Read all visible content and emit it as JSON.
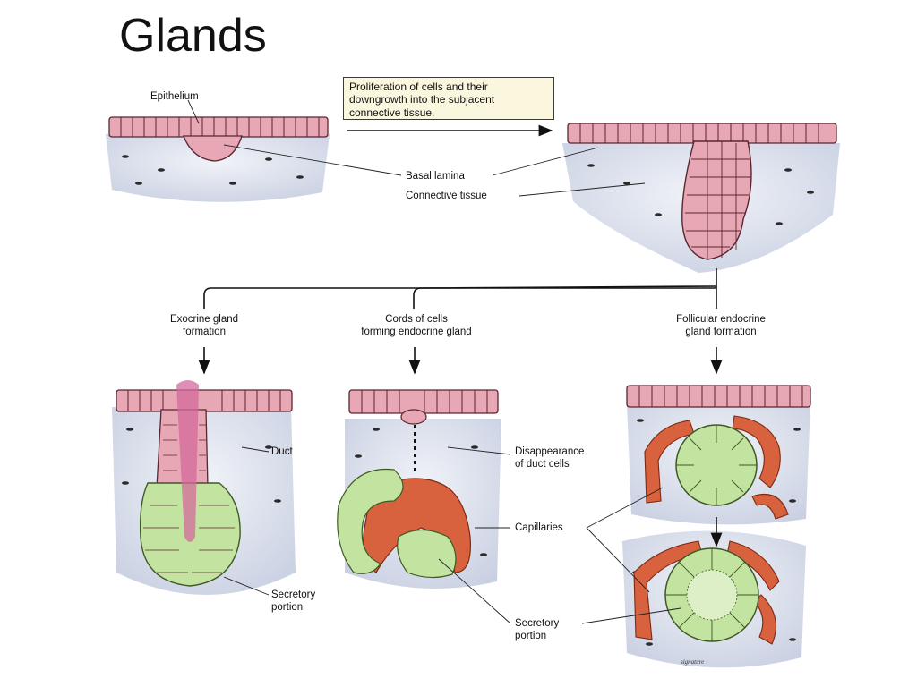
{
  "title": "Glands",
  "callout": {
    "lines": [
      "Proliferation of cells and their",
      "downgrowth into the subjacent",
      "connective tissue."
    ]
  },
  "labels": {
    "epithelium": "Epithelium",
    "basal_lamina": "Basal lamina",
    "connective_tissue": "Connective tissue",
    "exocrine": [
      "Exocrine gland",
      "formation"
    ],
    "cords": [
      "Cords of cells",
      "forming endocrine gland"
    ],
    "follicular": [
      "Follicular endocrine",
      "gland formation"
    ],
    "duct": "Duct",
    "disappearance": [
      "Disappearance",
      "of duct cells"
    ],
    "capillaries": "Capillaries",
    "secretory_left": [
      "Secretory",
      "portion"
    ],
    "secretory_mid": [
      "Secretory",
      "portion"
    ]
  },
  "colors": {
    "epithelium_cell": "#e8a7b4",
    "cell_outline": "#5a2630",
    "secretory_cell": "#c3e3a0",
    "capillary": "#d9623e",
    "connective_tissue": "#e1e6f0",
    "duct_lumen": "#d46a9c"
  }
}
